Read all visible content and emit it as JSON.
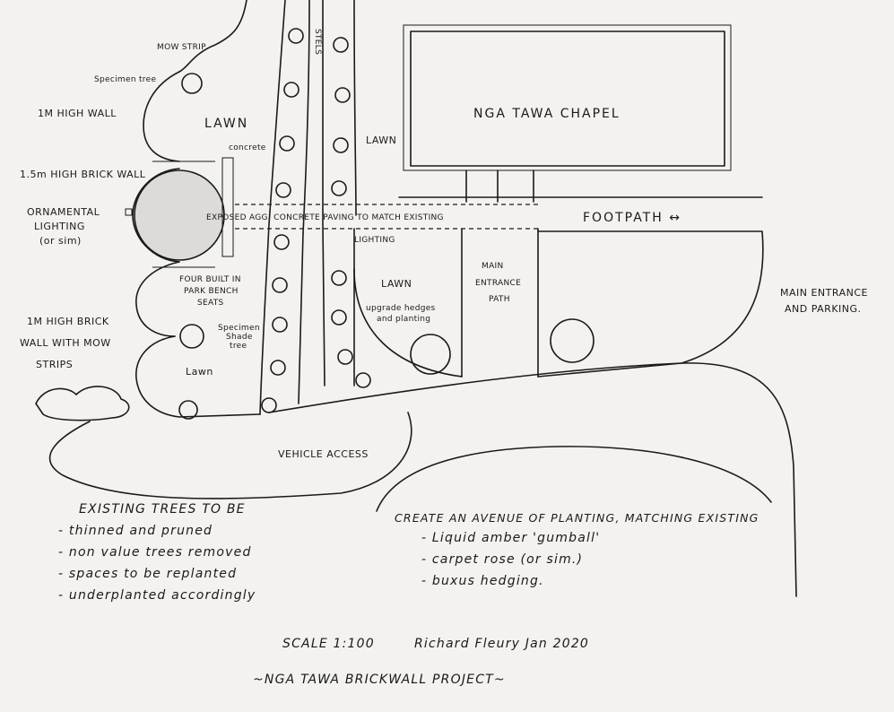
{
  "labels": {
    "mow_strip": "MOW STRIP",
    "specimen_tree": "Specimen tree",
    "wall_1m": "1M HIGH WALL",
    "lawn_top": "LAWN",
    "concrete": "concrete",
    "brick_wall": "1.5m HIGH BRICK WALL",
    "ornamental_lighting_1": "ORNAMENTAL",
    "ornamental_lighting_2": "LIGHTING",
    "ornamental_lighting_3": "(or sim)",
    "benches_1": "FOUR BUILT IN",
    "benches_2": "PARK BENCH",
    "benches_3": "SEATS",
    "brick_mow_1": "1M HIGH BRICK",
    "brick_mow_2": "WALL WITH MOW",
    "brick_mow_3": "STRIPS",
    "shade_tree_1": "Specimen",
    "shade_tree_2": "Shade",
    "shade_tree_3": "tree",
    "lawn_bottom": "Lawn",
    "paving": "EXPOSED AGG. CONCRETE PAVING TO MATCH EXISTING",
    "lighting": "LIGHTING",
    "lawn_mid": "LAWN",
    "upgrade_1": "upgrade hedges",
    "upgrade_2": "and planting",
    "main_path_1": "MAIN",
    "main_path_2": "ENTRANCE",
    "main_path_3": "PATH",
    "chapel": "NGA TAWA CHAPEL",
    "lawn_right": "LAWN",
    "footpath": "FOOTPATH ↔",
    "parking_1": "MAIN ENTRANCE",
    "parking_2": "AND PARKING.",
    "vehicle_access": "VEHICLE ACCESS",
    "street": "STELS"
  },
  "notes": {
    "existing_trees": {
      "heading": "EXISTING TREES TO BE",
      "items": [
        "- thinned and pruned",
        "- non value trees removed",
        "- spaces to be replanted",
        "- underplanted accordingly"
      ]
    },
    "avenue": {
      "heading": "CREATE AN AVENUE OF PLANTING, MATCHING EXISTING",
      "items": [
        "- Liquid amber 'gumball'",
        "- carpet rose (or sim.)",
        "- buxus hedging."
      ]
    }
  },
  "footer": {
    "scale": "SCALE 1:100",
    "author": "Richard Fleury Jan 2020",
    "project": "~NGA TAWA BRICKWALL PROJECT~"
  }
}
